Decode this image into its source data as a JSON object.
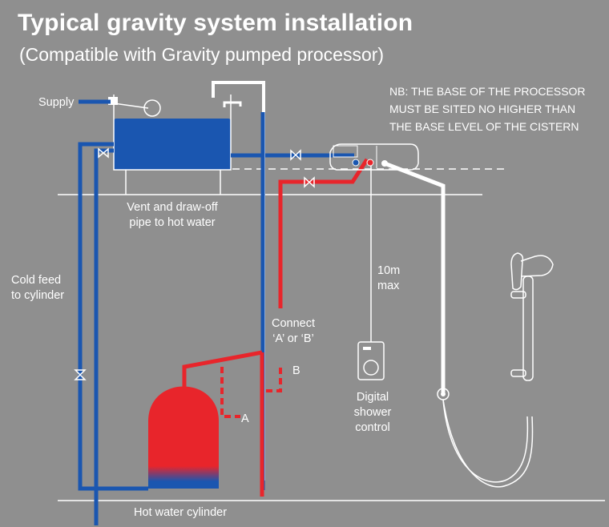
{
  "title": "Typical gravity system installation",
  "subtitle": "(Compatible with Gravity pumped processor)",
  "note": {
    "line1": "NB: THE BASE OF THE PROCESSOR",
    "line2": "MUST BE SITED NO HIGHER THAN",
    "line3": "THE BASE LEVEL OF THE CISTERN"
  },
  "labels": {
    "supply": "Supply",
    "vent_line1": "Vent and draw-off",
    "vent_line2": "pipe to hot water",
    "cold_feed_line1": "Cold feed",
    "cold_feed_line2": "to cylinder",
    "distance_line1": "10m",
    "distance_line2": "max",
    "connect_line1": "Connect",
    "connect_line2": "‘A’ or ‘B’",
    "point_a": "A",
    "point_b": "B",
    "control_line1": "Digital",
    "control_line2": "shower",
    "control_line3": "control",
    "cylinder": "Hot water cylinder"
  },
  "colors": {
    "background": "#8f8f8f",
    "cold": "#1a56b0",
    "hot": "#e8252b",
    "outline": "#ffffff"
  }
}
